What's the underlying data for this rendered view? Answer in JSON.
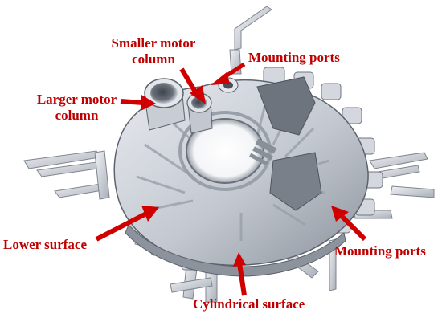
{
  "colors": {
    "label_text": "#c00000",
    "arrow": "#d00000",
    "part_light": "#dfe3ea",
    "part_mid": "#b4bac4",
    "part_dark": "#6e7480",
    "background": "#ffffff"
  },
  "labels": {
    "smaller_motor_column": [
      "Smaller motor",
      "column"
    ],
    "larger_motor_column": [
      "Larger motor",
      "column"
    ],
    "mounting_ports_top": "Mounting ports",
    "lower_surface": "Lower surface",
    "mounting_ports_right": "Mounting ports",
    "cylindrical_surface": "Cylindrical surface"
  }
}
